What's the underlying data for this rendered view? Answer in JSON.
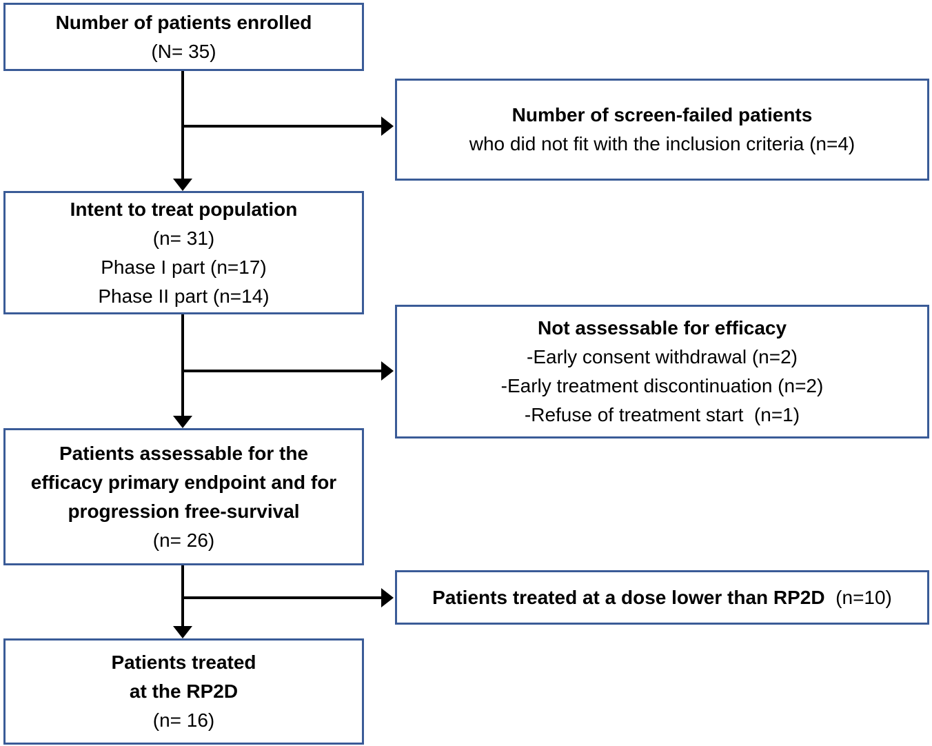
{
  "colors": {
    "box_border": "#3a5b97",
    "arrow": "#000000",
    "text": "#000000",
    "background": "#ffffff"
  },
  "boxes": {
    "enrolled": {
      "line1": "Number of patients enrolled",
      "line2": "(N= 35)"
    },
    "screen_failed": {
      "line1": "Number of screen-failed patients",
      "line2": "who did not fit with the inclusion criteria (n=4)"
    },
    "itt": {
      "line1": "Intent to treat population",
      "line2": "(n= 31)",
      "line3": "Phase I part (n=17)",
      "line4": "Phase II part (n=14)"
    },
    "not_assessable": {
      "line1": "Not assessable for efficacy",
      "line2": "-Early consent withdrawal (n=2)",
      "line3": "-Early treatment discontinuation (n=2)",
      "line4": "-Refuse of treatment start  (n=1)"
    },
    "assessable": {
      "line1": "Patients assessable for the",
      "line2": "efficacy primary endpoint and for",
      "line3": "progression free-survival",
      "line4": "(n= 26)"
    },
    "lower_dose": {
      "bold_part": "Patients treated at a dose lower than RP2D",
      "normal_part": "  (n=10)"
    },
    "rp2d": {
      "line1": "Patients treated",
      "line2": "at the RP2D",
      "line3": "(n= 16)"
    }
  },
  "edges": [
    {
      "from": "enrolled",
      "to": "itt"
    },
    {
      "from": "enrolled",
      "to": "screen_failed"
    },
    {
      "from": "itt",
      "to": "assessable"
    },
    {
      "from": "itt",
      "to": "not_assessable"
    },
    {
      "from": "assessable",
      "to": "rp2d"
    },
    {
      "from": "assessable",
      "to": "lower_dose"
    }
  ]
}
